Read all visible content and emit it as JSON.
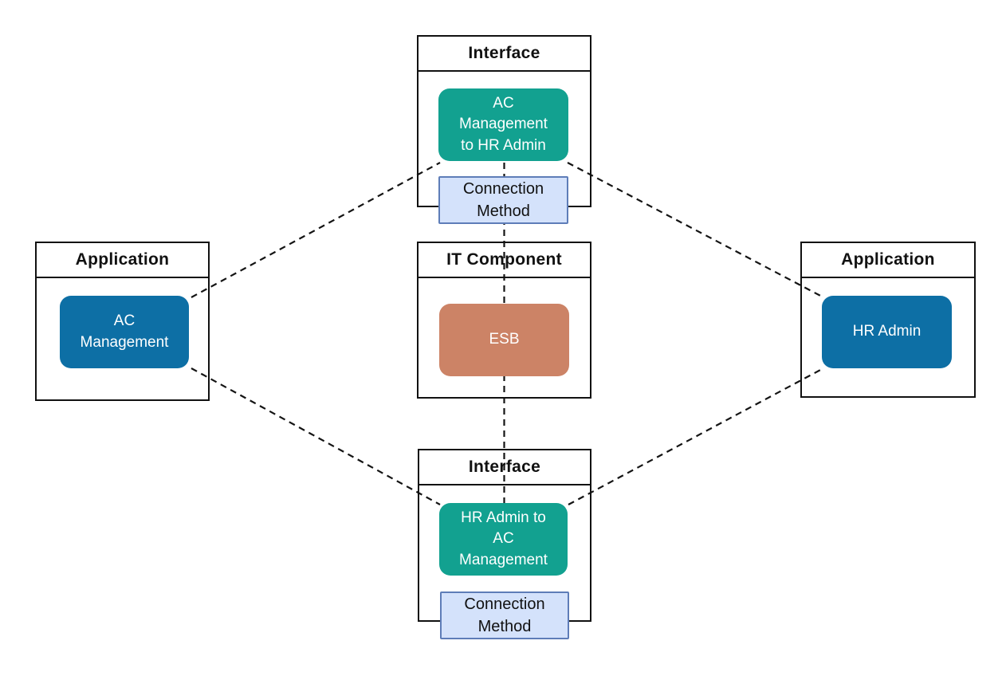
{
  "colors": {
    "teal": "#12A190",
    "blue": "#0D6FA5",
    "orange": "#CC8366",
    "connection_fill": "#D4E2FB",
    "connection_border": "#5E7DB8",
    "line": "#141414",
    "border": "#111111"
  },
  "groups": {
    "top_interface": {
      "header": "Interface",
      "node": "AC\nManagement\nto HR Admin",
      "connection": "Connection\nMethod"
    },
    "it_component": {
      "header": "IT Component",
      "node": "ESB"
    },
    "left_application": {
      "header": "Application",
      "node": "AC\nManagement"
    },
    "right_application": {
      "header": "Application",
      "node": "HR Admin"
    },
    "bottom_interface": {
      "header": "Interface",
      "node": "HR Admin to\nAC\nManagement",
      "connection": "Connection\nMethod"
    }
  }
}
